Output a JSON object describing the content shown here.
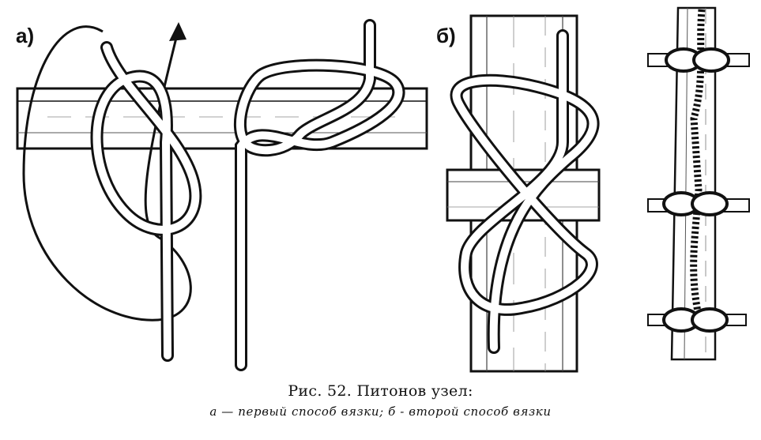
{
  "panels": {
    "a": {
      "label": "а)"
    },
    "b": {
      "label": "б)"
    }
  },
  "caption": {
    "title": "Рис. 52. Питонов узел:",
    "subtitle": "а — первый способ вязки; б -  второй способ вязки"
  }
}
